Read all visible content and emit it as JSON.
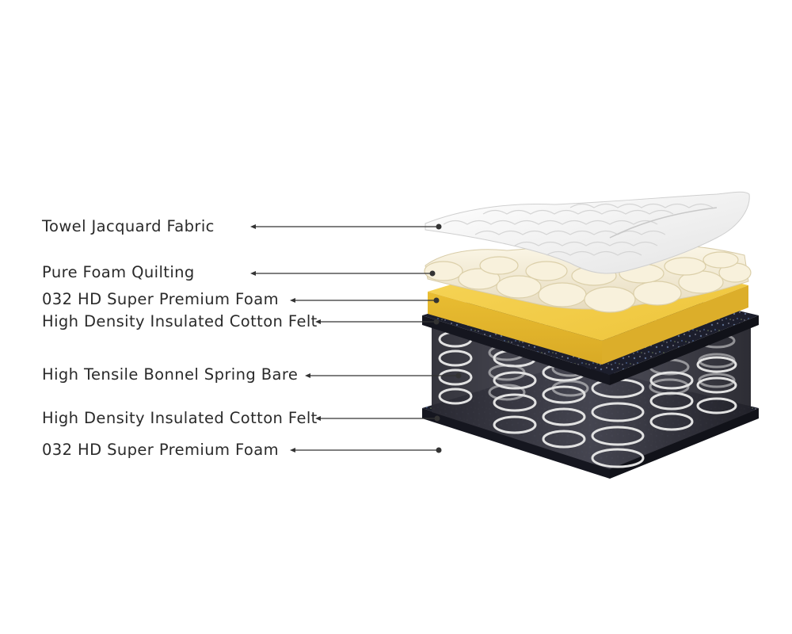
{
  "layers": [
    {
      "id": "fabric",
      "label": "Towel Jacquard Fabric"
    },
    {
      "id": "quilting",
      "label": "Pure Foam Quilting"
    },
    {
      "id": "foam-top",
      "label": "032 HD Super Premium Foam"
    },
    {
      "id": "felt-top",
      "label": "High Density Insulated Cotton Felt"
    },
    {
      "id": "spring",
      "label": "High Tensile Bonnel Spring Bare"
    },
    {
      "id": "felt-bottom",
      "label": "High Density Insulated Cotton Felt"
    },
    {
      "id": "foam-bottom",
      "label": "032 HD Super Premium Foam"
    }
  ],
  "colors": {
    "text": "#2a2a2a",
    "leader": "#333333",
    "fabric": "#f4f4f4",
    "quilting": "#f3ecd8",
    "foam": "#f2cf48",
    "felt": "#1e2030",
    "spring": "#d9d9d9"
  }
}
